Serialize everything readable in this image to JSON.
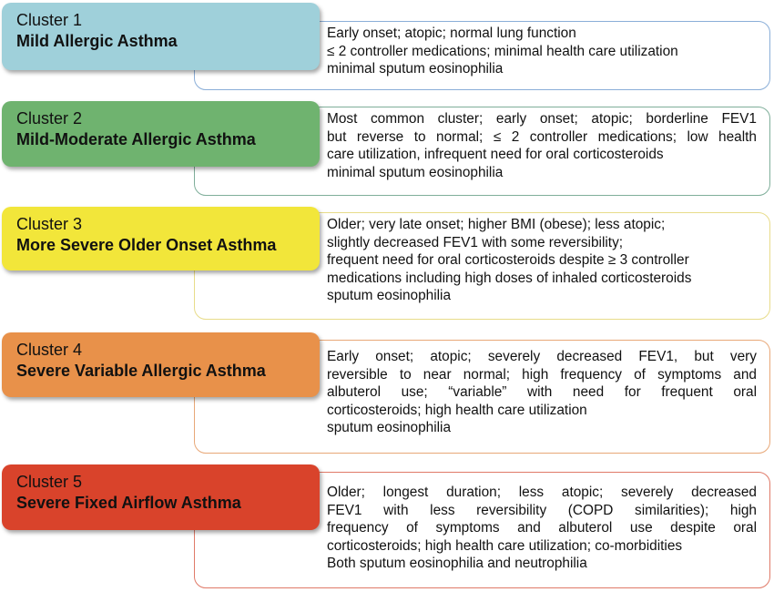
{
  "clusters": [
    {
      "number": "Cluster 1",
      "name": "Mild Allergic Asthma",
      "color": "#9fd0da",
      "border_color": "#8aaed8",
      "lines": [
        "Early onset; atopic; normal lung function",
        "≤ 2 controller medications; minimal health care utilization",
        "minimal sputum eosinophilia"
      ]
    },
    {
      "number": "Cluster 2",
      "name": "Mild-Moderate Allergic Asthma",
      "color": "#6fb36f",
      "border_color": "#7fae9a",
      "lines": [
        "Most common cluster; early onset; atopic; borderline FEV1",
        "but reverse to normal; ≤ 2 controller medications; low health",
        "care utilization, infrequent need for oral corticosteroids",
        "minimal sputum eosinophilia"
      ]
    },
    {
      "number": "Cluster 3",
      "name": "More Severe Older Onset Asthma",
      "color": "#f2e63a",
      "border_color": "#e8dc8a",
      "lines": [
        "Older; very late onset; higher BMI (obese); less atopic;",
        "slightly decreased FEV1 with some reversibility;",
        "frequent need for oral corticosteroids despite ≥ 3 controller",
        "medications including high doses of inhaled corticosteroids",
        "sputum eosinophilia"
      ]
    },
    {
      "number": "Cluster 4",
      "name": "Severe Variable Allergic Asthma",
      "color": "#e8914a",
      "border_color": "#e8a878",
      "lines": [
        "Early onset; atopic; severely decreased FEV1, but very",
        "reversible to near normal; high frequency of symptoms and",
        "albuterol use; “variable” with need for frequent oral",
        "corticosteroids; high health care utilization",
        "sputum eosinophilia"
      ]
    },
    {
      "number": "Cluster 5",
      "name": "Severe Fixed Airflow Asthma",
      "color": "#d9432b",
      "border_color": "#e07a68",
      "lines": [
        "Older; longest duration; less atopic; severely decreased",
        "FEV1 with less reversibility (COPD similarities); high",
        "frequency of symptoms and albuterol use despite oral",
        "corticosteroids; high health care utilization; co-morbidities",
        "Both sputum eosinophilia and neutrophilia"
      ]
    }
  ]
}
